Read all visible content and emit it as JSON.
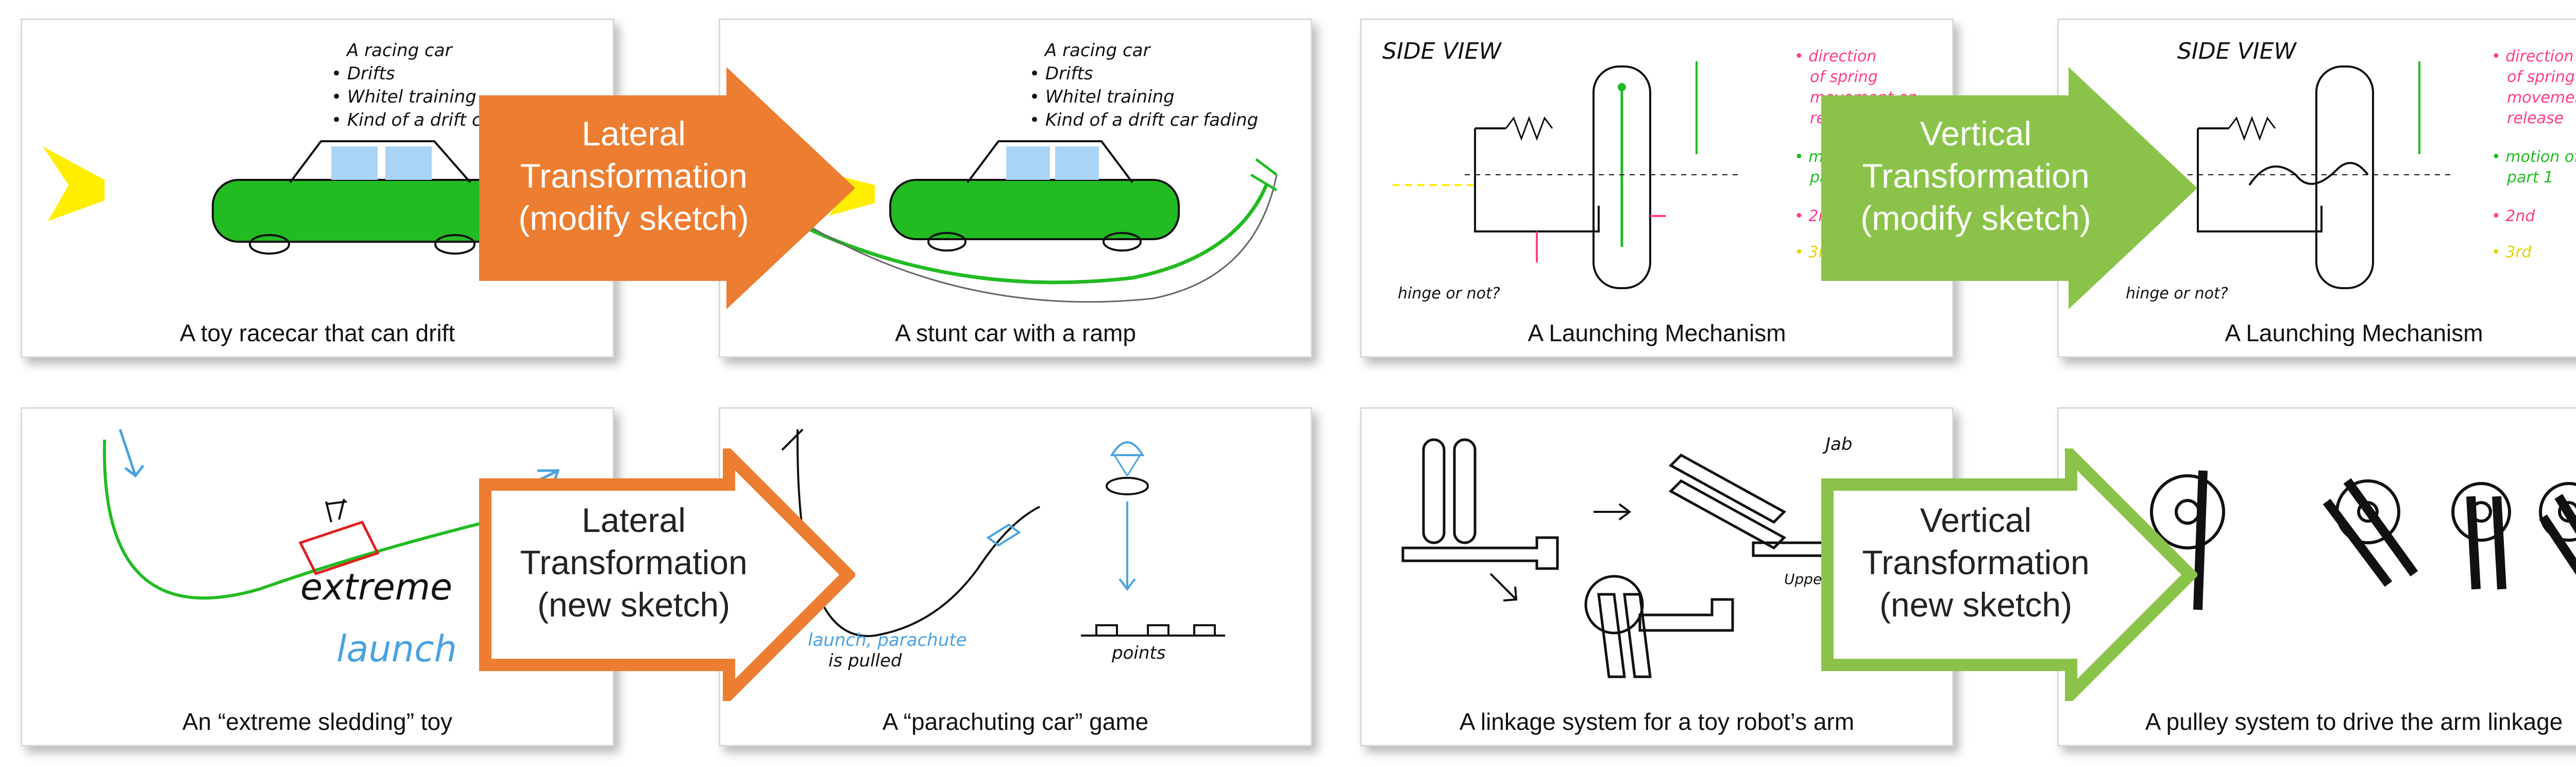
{
  "colors": {
    "orange": "#ed7d31",
    "green": "#8bc34a",
    "sketch_green": "#22bb22",
    "sketch_blue": "#4aa3df",
    "sketch_red": "#e02020",
    "sketch_pink": "#ff3d8a",
    "sketch_yellow": "#ffee00"
  },
  "cards": {
    "racecar": {
      "caption": "A toy racecar that can drift",
      "notes": [
        "A racing car",
        "• Drifts",
        "• Whitel training",
        "• Kind of a drift car fun"
      ]
    },
    "stunt": {
      "caption": "A stunt car with a ramp",
      "notes": [
        "A racing car",
        "• Drifts",
        "• Whitel training",
        "• Kind of a drift car fading"
      ]
    },
    "launch1": {
      "caption": "A Launching Mechanism",
      "title": "SIDE VIEW",
      "hinge": "hinge or not?",
      "notes": [
        "• direction",
        "of spring",
        "movement on",
        "release",
        "• motion of",
        "part 1",
        "• 2nd",
        "• 3rd"
      ]
    },
    "launch2": {
      "caption": "A Launching Mechanism",
      "title": "SIDE VIEW",
      "hinge": "hinge or not?",
      "notes": [
        "• direction",
        "of spring",
        "movement on",
        "release",
        "• motion of",
        "part 1",
        "• 2nd",
        "• 3rd"
      ]
    },
    "sled": {
      "caption": "An “extreme sledding” toy",
      "word1": "extreme",
      "word2": "launch"
    },
    "parachute": {
      "caption": "A “parachuting car” game",
      "note1": "launch, parachute",
      "note2": "is pulled",
      "points": "points"
    },
    "linkage": {
      "caption": "A linkage system for a toy robot’s arm",
      "jab": "Jab",
      "uppercut": "Upper cut"
    },
    "pulley": {
      "caption": "A pulley system to drive the arm linkage"
    }
  },
  "arrows": {
    "lateral_modify": {
      "line1": "Lateral",
      "line2": "Transformation",
      "line3": "(modify sketch)"
    },
    "vertical_modify": {
      "line1": "Vertical",
      "line2": "Transformation",
      "line3": "(modify sketch)"
    },
    "lateral_new": {
      "line1": "Lateral",
      "line2": "Transformation",
      "line3": "(new sketch)"
    },
    "vertical_new": {
      "line1": "Vertical",
      "line2": "Transformation",
      "line3": "(new sketch)"
    }
  }
}
